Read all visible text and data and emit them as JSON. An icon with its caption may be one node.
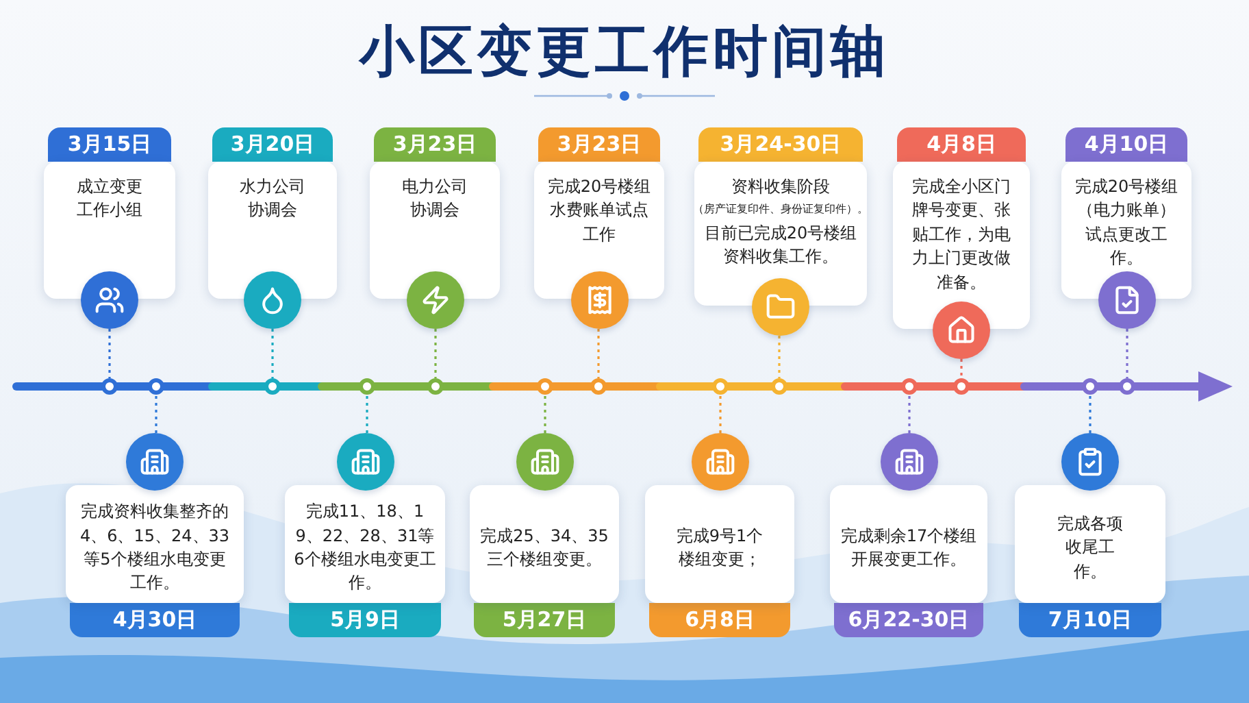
{
  "diagram": {
    "title": "小区变更工作时间轴",
    "nodes": [
      {
        "text": [
          "3月15日",
          "成立变更工作小组"
        ]
      },
      {
        "text": [
          "3月20日",
          "水力公司协调会"
        ]
      },
      {
        "text": [
          "3月23日",
          "电力公司协调会"
        ]
      },
      {
        "text": [
          "3月23日",
          "完成20号楼组水费账单试点工作"
        ]
      },
      {
        "text": [
          "3月24-30日",
          "资料收集阶段",
          "（房产证复印件、身份证复印件）。",
          "目前已完成20号楼组资料收集工作。"
        ]
      },
      {
        "text": [
          "4月8日",
          "完成全小区门牌号变更、张贴工作，为电力上门更改做准备。"
        ]
      },
      {
        "text": [
          "4月10日",
          "完成20号楼组（电力账单）试点更改工作。"
        ]
      },
      {
        "text": [
          "完成资料收集整齐的4、6、15、24、33等5个楼组水电变更工作。",
          "4月30日"
        ]
      },
      {
        "text": [
          "完成11、18、19、22、28、31等6个楼组水电变更工作。",
          "5月9日"
        ]
      },
      {
        "text": [
          "完成25、34、35三个楼组变更。",
          "5月27日"
        ]
      },
      {
        "text": [
          "完成9号1个楼组变更；",
          "6月8日"
        ]
      },
      {
        "text": [
          "完成剩余17个楼组开展变更工作。",
          "6月22-30日"
        ]
      },
      {
        "text": [
          "完成各项收尾工作。",
          "7月10日"
        ]
      },
      {
        "text": [],
        "shape": "circle"
      },
      {
        "text": [],
        "shape": "circle"
      },
      {
        "text": [],
        "shape": "circle"
      },
      {
        "text": [],
        "shape": "circle"
      },
      {
        "text": [],
        "shape": "circle"
      },
      {
        "text": [],
        "shape": "circle"
      },
      {
        "text": [],
        "shape": "circle"
      },
      {
        "text": [],
        "shape": "circle"
      },
      {
        "text": [],
        "shape": "circle"
      },
      {
        "text": [],
        "shape": "circle"
      },
      {
        "text": [],
        "shape": "circle"
      },
      {
        "text": [],
        "shape": "circle"
      },
      {
        "text": [],
        "shape": "circle"
      }
    ],
    "edges": [
      {
        "from": 0,
        "to": 13,
        "arrow": "none",
        "style": "dashed",
        "color": "#2f6fd6"
      },
      {
        "from": 7,
        "to": 14,
        "arrow": "none",
        "style": "dashed",
        "color": "#2f7ad9"
      },
      {
        "from": 1,
        "to": 15,
        "arrow": "none",
        "style": "dashed",
        "color": "#1aabc0"
      },
      {
        "from": 8,
        "to": 16,
        "arrow": "none",
        "style": "dashed",
        "color": "#1aabc0"
      },
      {
        "from": 2,
        "to": 17,
        "arrow": "none",
        "style": "dashed",
        "color": "#7cb342"
      },
      {
        "from": 9,
        "to": 18,
        "arrow": "none",
        "style": "dashed",
        "color": "#7cb342"
      },
      {
        "from": 3,
        "to": 19,
        "arrow": "none",
        "style": "dashed",
        "color": "#f39a2e"
      },
      {
        "from": 10,
        "to": 20,
        "arrow": "none",
        "style": "dashed",
        "color": "#f39a2e"
      },
      {
        "from": 4,
        "to": 21,
        "arrow": "none",
        "style": "dashed",
        "color": "#f5b331"
      },
      {
        "from": 11,
        "to": 22,
        "arrow": "none",
        "style": "dashed",
        "color": "#7e6fd0"
      },
      {
        "from": 5,
        "to": 23,
        "arrow": "none",
        "style": "dashed",
        "color": "#ef6a5a"
      },
      {
        "from": 12,
        "to": 24,
        "arrow": "none",
        "style": "dashed",
        "color": "#2f7ad9"
      },
      {
        "from": 6,
        "to": 25,
        "arrow": "none",
        "style": "dashed",
        "color": "#7e6fd0"
      }
    ]
  }
}
